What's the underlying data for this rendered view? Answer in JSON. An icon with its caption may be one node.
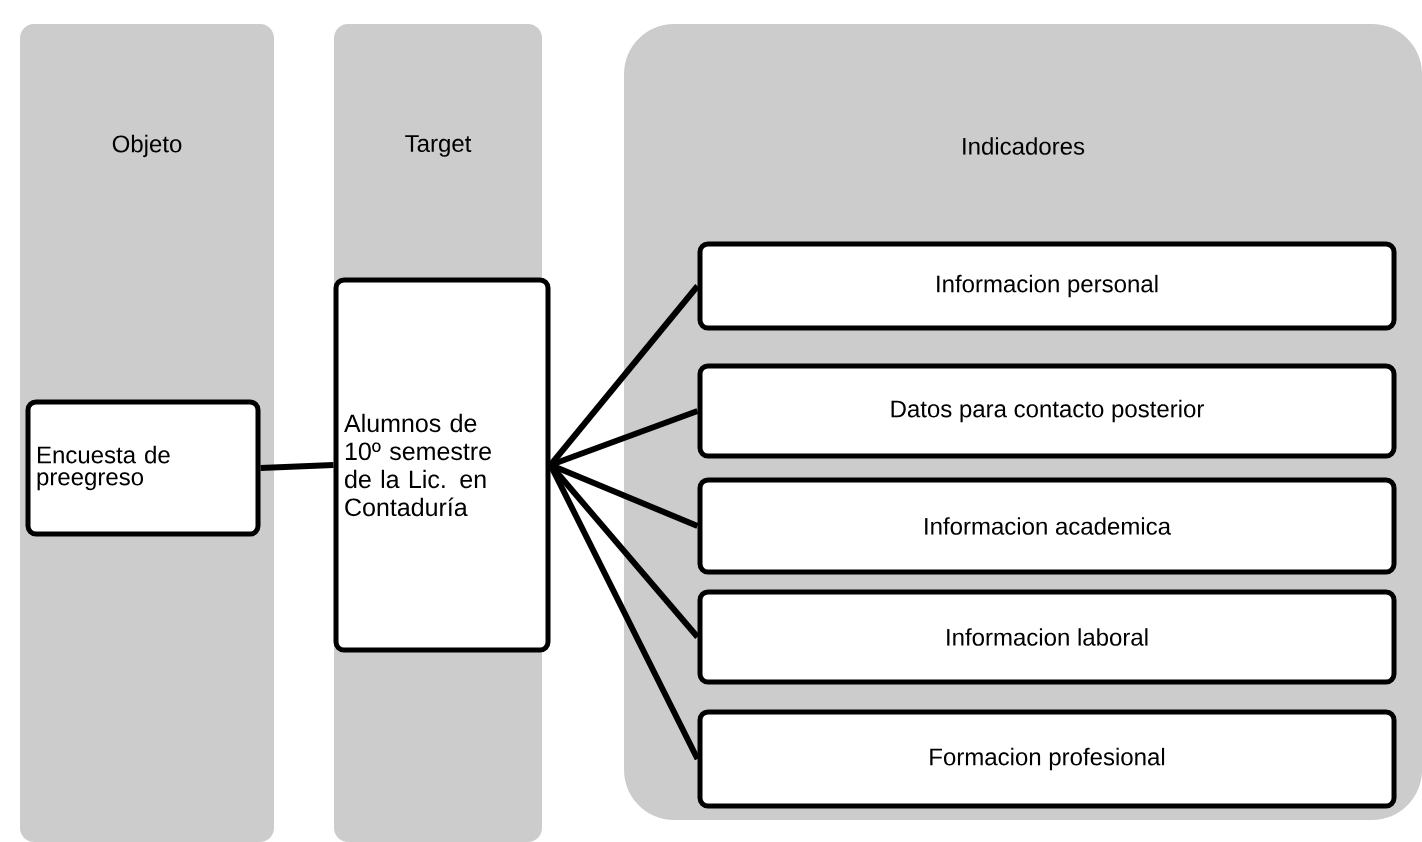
{
  "diagram": {
    "nodes": [
      {
        "text": [
          "Objeto"
        ]
      },
      {
        "text": [
          "Target"
        ]
      },
      {
        "text": [
          "Indicadores"
        ]
      },
      {
        "text": [
          "Encuesta de preegreso"
        ],
        "in": 0
      },
      {
        "text": [
          "Alumnos de 10º semestre de la Lic. en Contaduría"
        ],
        "in": 1
      },
      {
        "text": [
          "Informacion personal"
        ],
        "in": 2
      },
      {
        "text": [
          "Datos para contacto posterior"
        ],
        "in": 2
      },
      {
        "text": [
          "Informacion academica"
        ],
        "in": 2
      },
      {
        "text": [
          "Informacion laboral"
        ],
        "in": 2
      },
      {
        "text": [
          "Formacion profesional"
        ],
        "in": 2
      }
    ],
    "edges": [
      {
        "from": 3,
        "to": 4,
        "arrow": "none"
      },
      {
        "from": 4,
        "to": 5,
        "arrow": "none"
      },
      {
        "from": 4,
        "to": 6,
        "arrow": "none"
      },
      {
        "from": 4,
        "to": 7,
        "arrow": "none"
      },
      {
        "from": 4,
        "to": 8,
        "arrow": "none"
      },
      {
        "from": 4,
        "to": 9,
        "arrow": "none"
      }
    ]
  }
}
